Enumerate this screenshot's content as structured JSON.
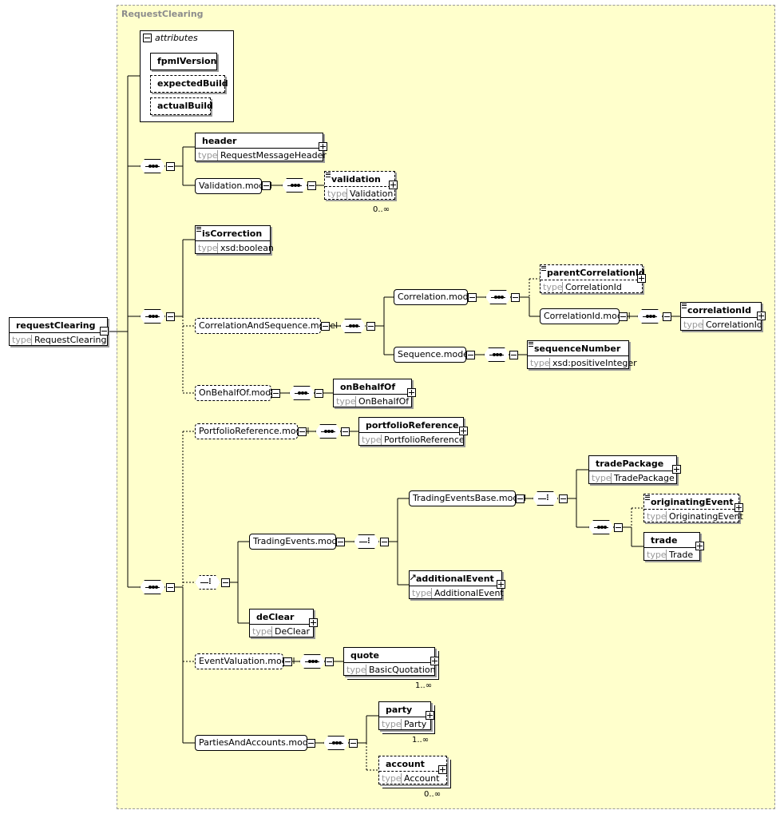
{
  "root": {
    "name": "requestClearing",
    "type": "RequestClearing"
  },
  "outer_title": "RequestClearing",
  "type_label": "type",
  "attributes": {
    "header": "attributes",
    "items": [
      {
        "name": "fpmlVersion",
        "optional": false
      },
      {
        "name": "expectedBuild",
        "optional": true
      },
      {
        "name": "actualBuild",
        "optional": true
      }
    ]
  },
  "elements": {
    "header": {
      "name": "header",
      "type": "RequestMessageHeader"
    },
    "validation": {
      "name": "validation",
      "type": "Validation",
      "card": "0..∞"
    },
    "isCorrection": {
      "name": "isCorrection",
      "type": "xsd:boolean"
    },
    "parentCorrelationId": {
      "name": "parentCorrelationId",
      "type": "CorrelationId"
    },
    "correlationId": {
      "name": "correlationId",
      "type": "CorrelationId"
    },
    "sequenceNumber": {
      "name": "sequenceNumber",
      "type": "xsd:positiveInteger"
    },
    "onBehalfOf": {
      "name": "onBehalfOf",
      "type": "OnBehalfOf"
    },
    "portfolioReference": {
      "name": "portfolioReference",
      "type": "PortfolioReference"
    },
    "tradePackage": {
      "name": "tradePackage",
      "type": "TradePackage"
    },
    "originatingEvent": {
      "name": "originatingEvent",
      "type": "OriginatingEvent"
    },
    "trade": {
      "name": "trade",
      "type": "Trade"
    },
    "additionalEvent": {
      "name": "additionalEvent",
      "type": "AdditionalEvent"
    },
    "deClear": {
      "name": "deClear",
      "type": "DeClear"
    },
    "quote": {
      "name": "quote",
      "type": "BasicQuotation",
      "card": "1..∞"
    },
    "party": {
      "name": "party",
      "type": "Party",
      "card": "1..∞"
    },
    "account": {
      "name": "account",
      "type": "Account",
      "card": "0..∞"
    }
  },
  "groups": {
    "validation_model": "Validation.model",
    "correlation_and_sequence_model": "CorrelationAndSequence.model",
    "correlation_model": "Correlation.model",
    "correlation_id_model": "CorrelationId.model",
    "sequence_model": "Sequence.model",
    "on_behalf_of_model": "OnBehalfOf.model",
    "portfolio_reference_model": "PortfolioReference.model",
    "trading_events_model": "TradingEvents.model",
    "trading_events_base_model": "TradingEventsBase.model",
    "event_valuation_model": "EventValuation.model",
    "parties_and_accounts_model": "PartiesAndAccounts.model"
  }
}
